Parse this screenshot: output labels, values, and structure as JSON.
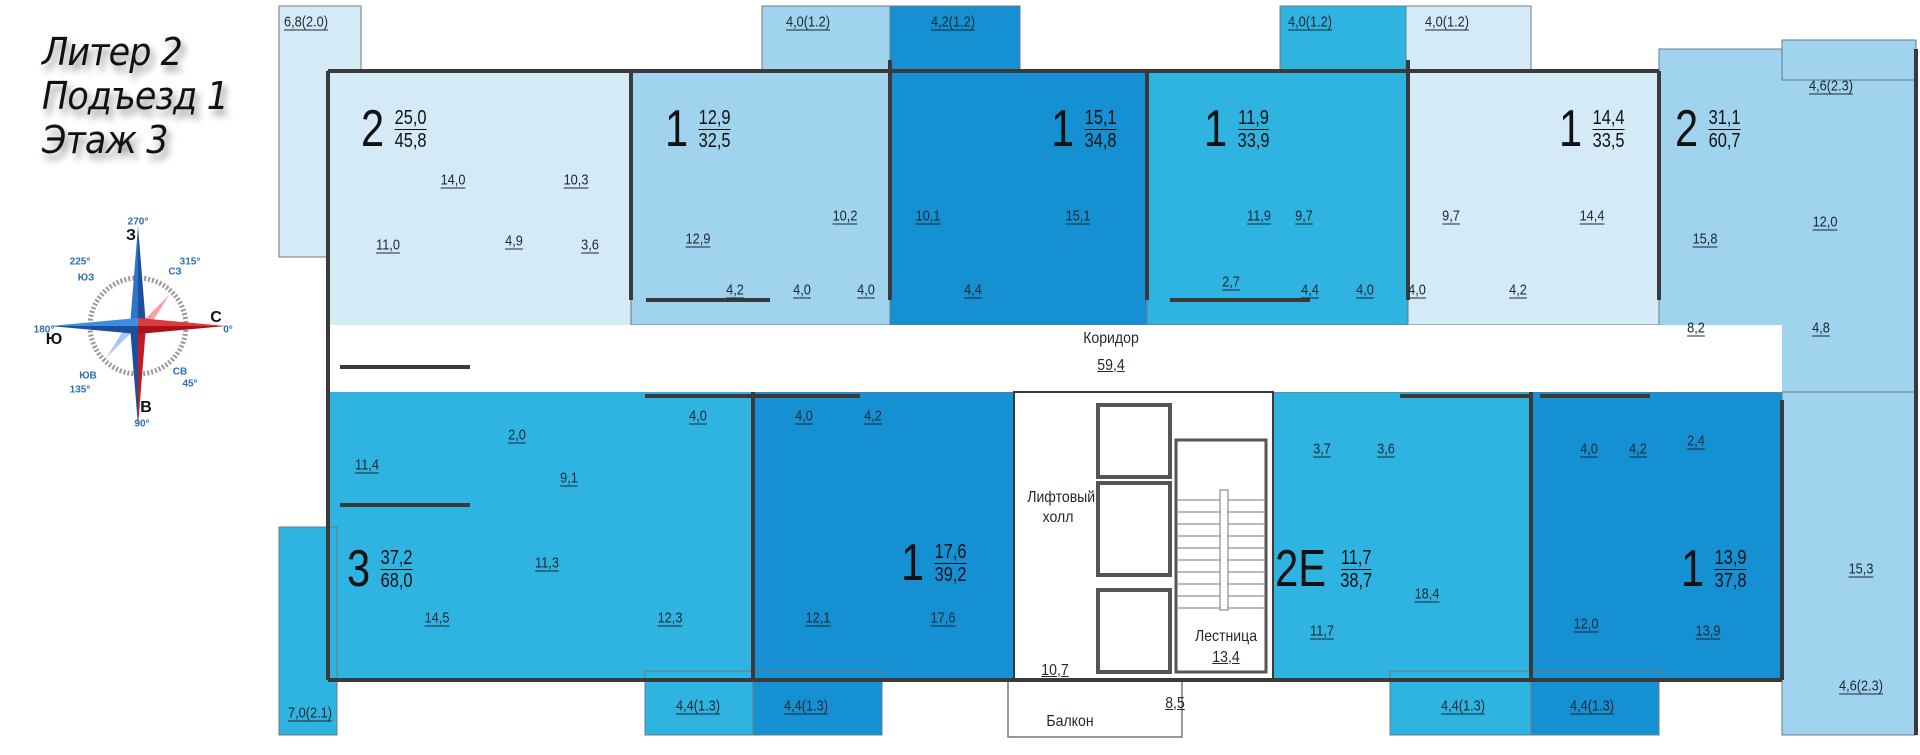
{
  "header": {
    "liter": "Литер 2",
    "entrance": "Подъезд 1",
    "floor": "Этаж 3"
  },
  "compass": {
    "north": "С",
    "east": "В",
    "south": "Ю",
    "west": "З",
    "deg_north": "0°",
    "deg_east": "90°",
    "deg_south": "180°",
    "deg_west": "270°",
    "ne": "СВ",
    "se": "ЮВ",
    "sw": "ЮЗ",
    "nw": "СЗ",
    "deg_ne": "45°",
    "deg_se": "135°",
    "deg_sw": "225°",
    "deg_nw": "315°"
  },
  "palette": {
    "very_light": "#d4eaf7",
    "light": "#9fd3ee",
    "medium": "#2fb3e0",
    "dark": "#1590d2",
    "wall": "#3a3a3a",
    "common": "#ffffff"
  },
  "apartments": [
    {
      "rooms": "2",
      "living": "25,0",
      "total": "45,8",
      "tone": "very_light"
    },
    {
      "rooms": "1",
      "living": "12,9",
      "total": "32,5",
      "tone": "light"
    },
    {
      "rooms": "1",
      "living": "15,1",
      "total": "34,8",
      "tone": "dark"
    },
    {
      "rooms": "1",
      "living": "11,9",
      "total": "33,9",
      "tone": "medium"
    },
    {
      "rooms": "1",
      "living": "14,4",
      "total": "33,5",
      "tone": "very_light"
    },
    {
      "rooms": "2",
      "living": "31,1",
      "total": "60,7",
      "tone": "light"
    },
    {
      "rooms": "3",
      "living": "37,2",
      "total": "68,0",
      "tone": "medium"
    },
    {
      "rooms": "1",
      "living": "17,6",
      "total": "39,2",
      "tone": "dark"
    },
    {
      "rooms": "2E",
      "living": "11,7",
      "total": "38,7",
      "tone": "medium"
    },
    {
      "rooms": "1",
      "living": "13,9",
      "total": "37,8",
      "tone": "dark"
    }
  ],
  "common": {
    "corridor": "Коридор",
    "corridor_area": "59,4",
    "lift_hall": "Лифтовый холл",
    "lift_hall_area": "10,7",
    "stairs": "Лестница",
    "stairs_area": "13,4",
    "balcony": "Балкон",
    "balcony_area": "8,5"
  },
  "areas": [
    "6,8(2.0)",
    "14,0",
    "10,3",
    "11,0",
    "4,9",
    "3,6",
    "12,9",
    "4,0(1.2)",
    "10,2",
    "4,2",
    "4,0",
    "4,2(1.2)",
    "10,1",
    "4,0",
    "4,4",
    "15,1",
    "11,9",
    "2,7",
    "4,0(1.2)",
    "9,7",
    "4,4",
    "4,0",
    "4,0(1.2)",
    "9,7",
    "4,0",
    "4,2",
    "14,4",
    "15,8",
    "12,0",
    "4,6(2.3)",
    "8,2",
    "4,8",
    "11,4",
    "2,0",
    "9,1",
    "4,0",
    "4,0",
    "4,2",
    "11,3",
    "14,5",
    "12,3",
    "12,1",
    "17,6",
    "7,0(2.1)",
    "4,4(1.3)",
    "4,4(1.3)",
    "3,7",
    "3,6",
    "11,7",
    "18,4",
    "4,4(1.3)",
    "4,0",
    "4,2",
    "2,4",
    "12,0",
    "13,9",
    "4,4(1.3)",
    "15,3",
    "4,6(2.3)"
  ]
}
